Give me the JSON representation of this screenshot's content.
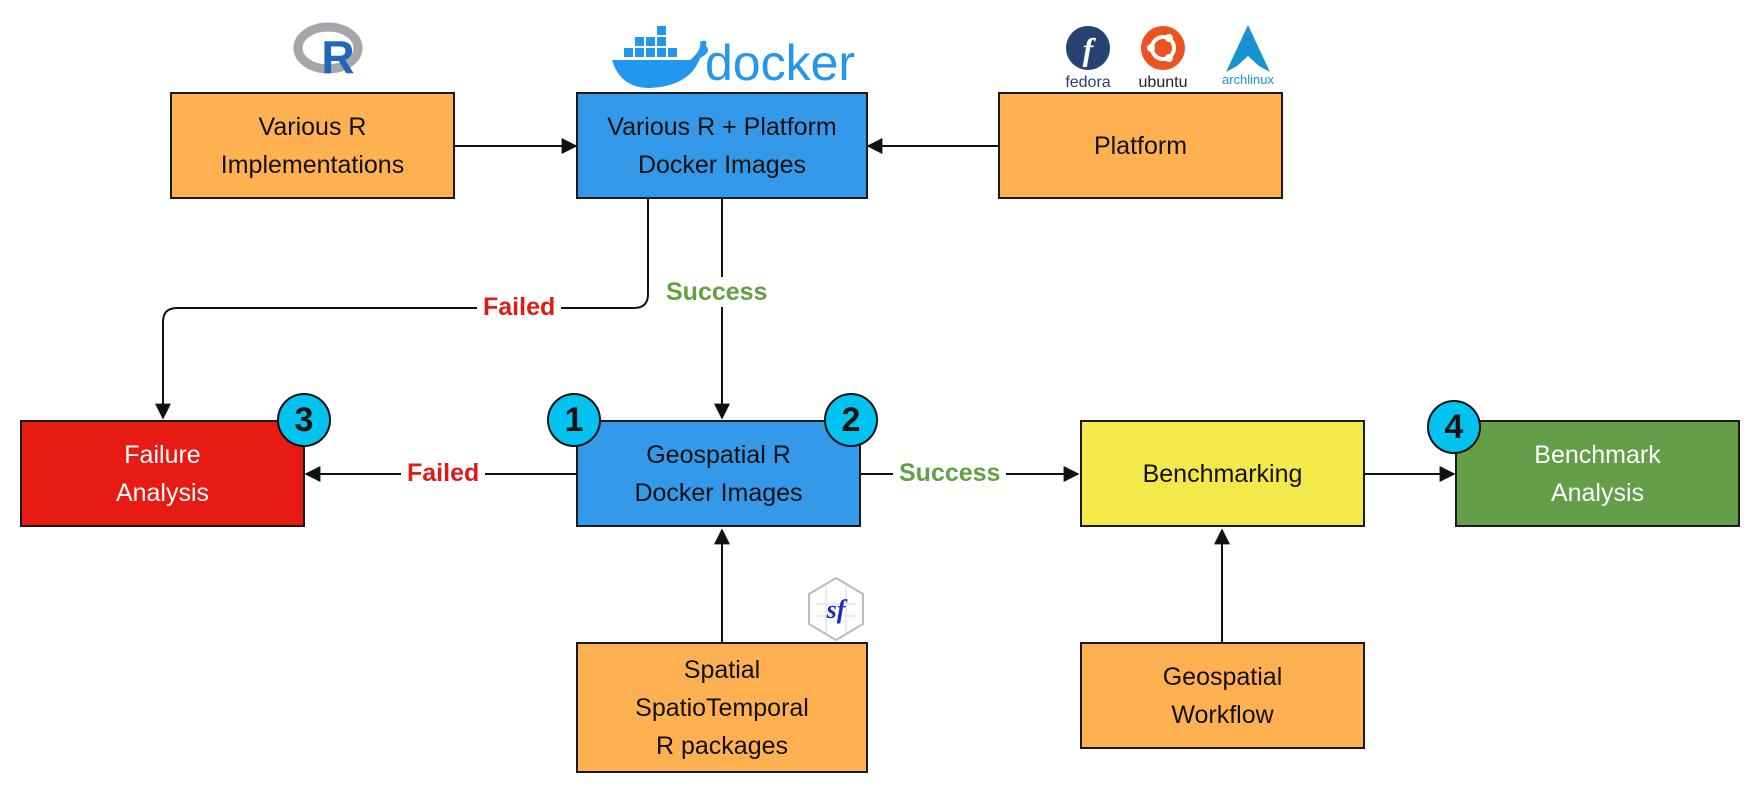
{
  "nodes": {
    "r_impl": {
      "lines": [
        "Various R",
        "Implementations"
      ]
    },
    "docker_images": {
      "lines": [
        "Various R + Platform",
        "Docker Images"
      ]
    },
    "platform": {
      "lines": [
        "Platform"
      ]
    },
    "failure_analysis": {
      "lines": [
        "Failure",
        "Analysis"
      ]
    },
    "geospatial_images": {
      "lines": [
        "Geospatial R",
        "Docker Images"
      ]
    },
    "benchmarking": {
      "lines": [
        "Benchmarking"
      ]
    },
    "benchmark_analysis": {
      "lines": [
        "Benchmark",
        "Analysis"
      ]
    },
    "spatial_packages": {
      "lines": [
        "Spatial",
        "SpatioTemporal",
        "R packages"
      ]
    },
    "geospatial_workflow": {
      "lines": [
        "Geospatial",
        "Workflow"
      ]
    }
  },
  "edge_labels": {
    "failed_top": "Failed",
    "success_top": "Success",
    "failed_mid": "Failed",
    "success_mid": "Success"
  },
  "badges": {
    "b1": "1",
    "b2": "2",
    "b3": "3",
    "b4": "4"
  },
  "logos": {
    "r": "R",
    "docker": "docker",
    "fedora": "fedora",
    "ubuntu": "ubuntu",
    "arch": "archlinux",
    "sf": "sf"
  },
  "colors": {
    "orange": "#ffb152",
    "blue": "#3399e8",
    "red": "#e81a14",
    "yellow": "#f3e94a",
    "green": "#659e48",
    "badge": "#00c4ef",
    "failed": "#e01a16",
    "success": "#64a040"
  }
}
